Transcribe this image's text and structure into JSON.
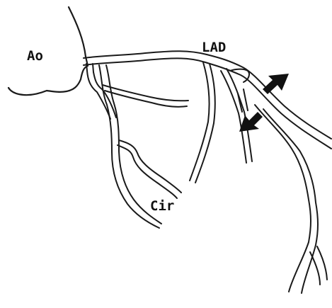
{
  "diagram": {
    "labels": {
      "aorta": "Ao",
      "lad": "LAD",
      "circumflex": "Cir"
    },
    "colors": {
      "ink": "#1a1a1a",
      "background": "#ffffff"
    },
    "icons": [
      "arrow-icon",
      "arrow-icon"
    ]
  }
}
